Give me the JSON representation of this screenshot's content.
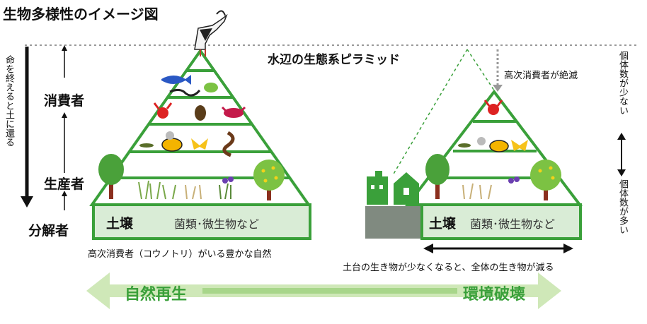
{
  "title": "生物多様性のイメージ図",
  "subtitle": "水辺の生態系ピラミッド",
  "left_axis": {
    "vertical_note": "命を終えると土に還る",
    "consumers": "消費者",
    "producers": "生産者",
    "decomposers": "分解者"
  },
  "right_axis": {
    "few": "個体数が少ない",
    "many": "個体数が多い"
  },
  "left_pyramid": {
    "soil_title": "土壌",
    "soil_text": "菌類･微生物など",
    "caption": "高次消費者（コウノトリ）がいる豊かな自然"
  },
  "right_pyramid": {
    "extinct_note": "高次消費者が絶滅",
    "soil_title": "土壌",
    "soil_text": "菌類･微生物など",
    "caption": "土台の生き物が少なくなると、全体の生き物が減る"
  },
  "bottom_arrow": {
    "left_label": "自然再生",
    "right_label": "環境破壊"
  },
  "colors": {
    "pyramid_green": "#3aa03a",
    "soil_fill": "#d9ecd6",
    "arrow_light": "#cfe8b8",
    "building_green": "#3aa03a",
    "building_gray": "#808a80"
  }
}
